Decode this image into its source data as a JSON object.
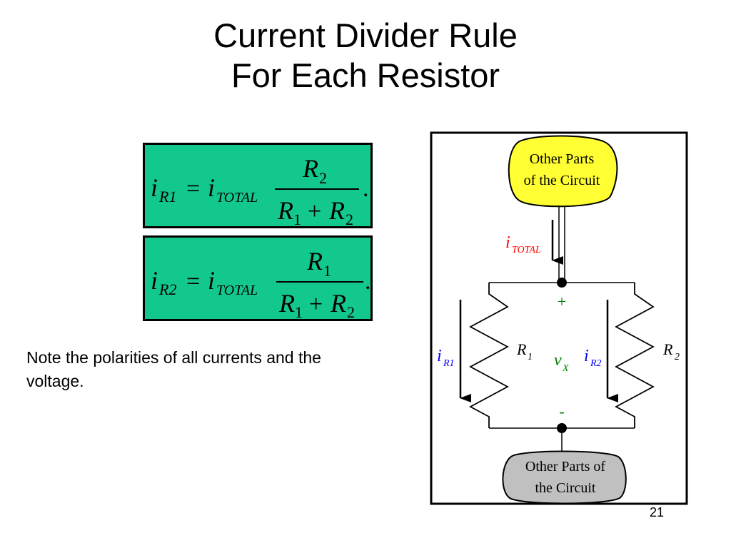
{
  "title": {
    "line1": "Current Divider Rule",
    "line2": "For Each Resistor"
  },
  "equations": [
    {
      "lhs_i": "i",
      "lhs_sub": "R1",
      "equals": "=",
      "rhs_i": "i",
      "rhs_sub": "TOTAL",
      "num_R": "R",
      "num_sub": "2",
      "den_R1": "R",
      "den_sub1": "1",
      "plus": "+",
      "den_R2": "R",
      "den_sub2": "2",
      "period": "."
    },
    {
      "lhs_i": "i",
      "lhs_sub": "R2",
      "equals": "=",
      "rhs_i": "i",
      "rhs_sub": "TOTAL",
      "num_R": "R",
      "num_sub": "1",
      "den_R1": "R",
      "den_sub1": "1",
      "plus": "+",
      "den_R2": "R",
      "den_sub2": "2",
      "period": "."
    }
  ],
  "note": "Note the polarities of all currents and the voltage.",
  "circuit": {
    "top_block": {
      "line1": "Other Parts",
      "line2": "of the Circuit",
      "fill": "#ffff33"
    },
    "bottom_block": {
      "line1": "Other Parts of",
      "line2": "the Circuit",
      "fill": "#c0c0c0"
    },
    "i_total": {
      "symbol": "i",
      "sub": "TOTAL",
      "color": "#ff0000"
    },
    "i_r1": {
      "symbol": "i",
      "sub": "R1",
      "color": "#0000ff"
    },
    "i_r2": {
      "symbol": "i",
      "sub": "R2",
      "color": "#0000ff"
    },
    "r1": {
      "symbol": "R",
      "sub": "1"
    },
    "r2": {
      "symbol": "R",
      "sub": "2"
    },
    "v_x": {
      "symbol": "v",
      "sub": "X",
      "color": "#008000"
    },
    "plus": "+",
    "minus": "-"
  },
  "colors": {
    "equation_box": "#13c88d"
  },
  "page_number": "21"
}
